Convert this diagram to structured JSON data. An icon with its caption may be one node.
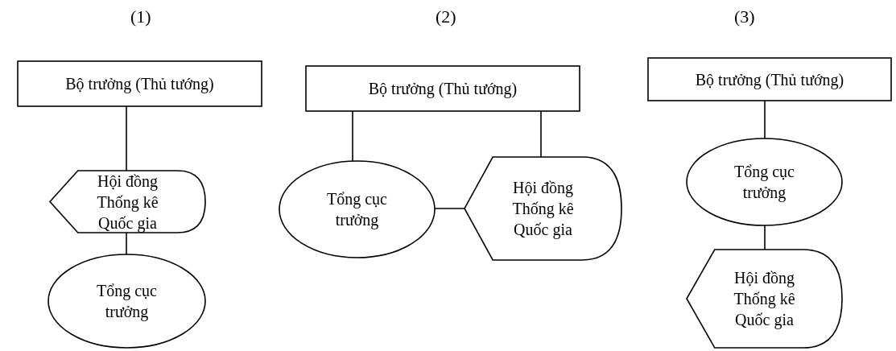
{
  "diagram": {
    "nodes": [
      {
        "text": [
          "Bộ trưởng (Thủ tướng)"
        ]
      },
      {
        "text": [
          "Hội đồng Thống kê Quốc gia"
        ]
      },
      {
        "text": [
          "Tổng cục trưởng"
        ]
      },
      {
        "text": [
          "Bộ trưởng (Thủ tướng)"
        ]
      },
      {
        "text": [
          "Tổng cục trưởng"
        ]
      },
      {
        "text": [
          "Hội đồng Thống kê Quốc gia"
        ]
      },
      {
        "text": [
          "Bộ trưởng (Thủ tướng)"
        ]
      },
      {
        "text": [
          "Tổng cục trưởng"
        ]
      },
      {
        "text": [
          "Hội đồng Thống kê Quốc gia"
        ]
      }
    ],
    "edges": [
      {
        "from": 0,
        "to": 1,
        "arrow": "none"
      },
      {
        "from": 1,
        "to": 2,
        "arrow": "none"
      },
      {
        "from": 3,
        "to": 4,
        "arrow": "none"
      },
      {
        "from": 3,
        "to": 5,
        "arrow": "none"
      },
      {
        "from": 4,
        "to": 5,
        "arrow": "none"
      },
      {
        "from": 6,
        "to": 7,
        "arrow": "none"
      },
      {
        "from": 7,
        "to": 8,
        "arrow": "none"
      }
    ],
    "labels": [
      "(1)",
      "(2)",
      "(3)"
    ]
  }
}
